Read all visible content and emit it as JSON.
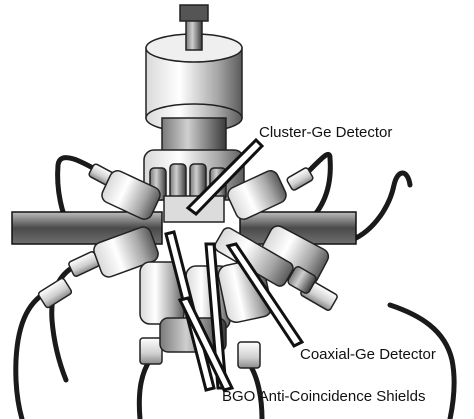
{
  "labels": {
    "cluster": "Cluster-Ge Detector",
    "coaxial": "Coaxial-Ge Detector",
    "bgo": "BGO Anti-Coincidence Shields"
  },
  "colors": {
    "metal_light": "#e6e6e6",
    "metal_mid": "#9a9a9a",
    "metal_dark": "#333333",
    "cable": "#1a1a1a",
    "ink": "#111111"
  }
}
